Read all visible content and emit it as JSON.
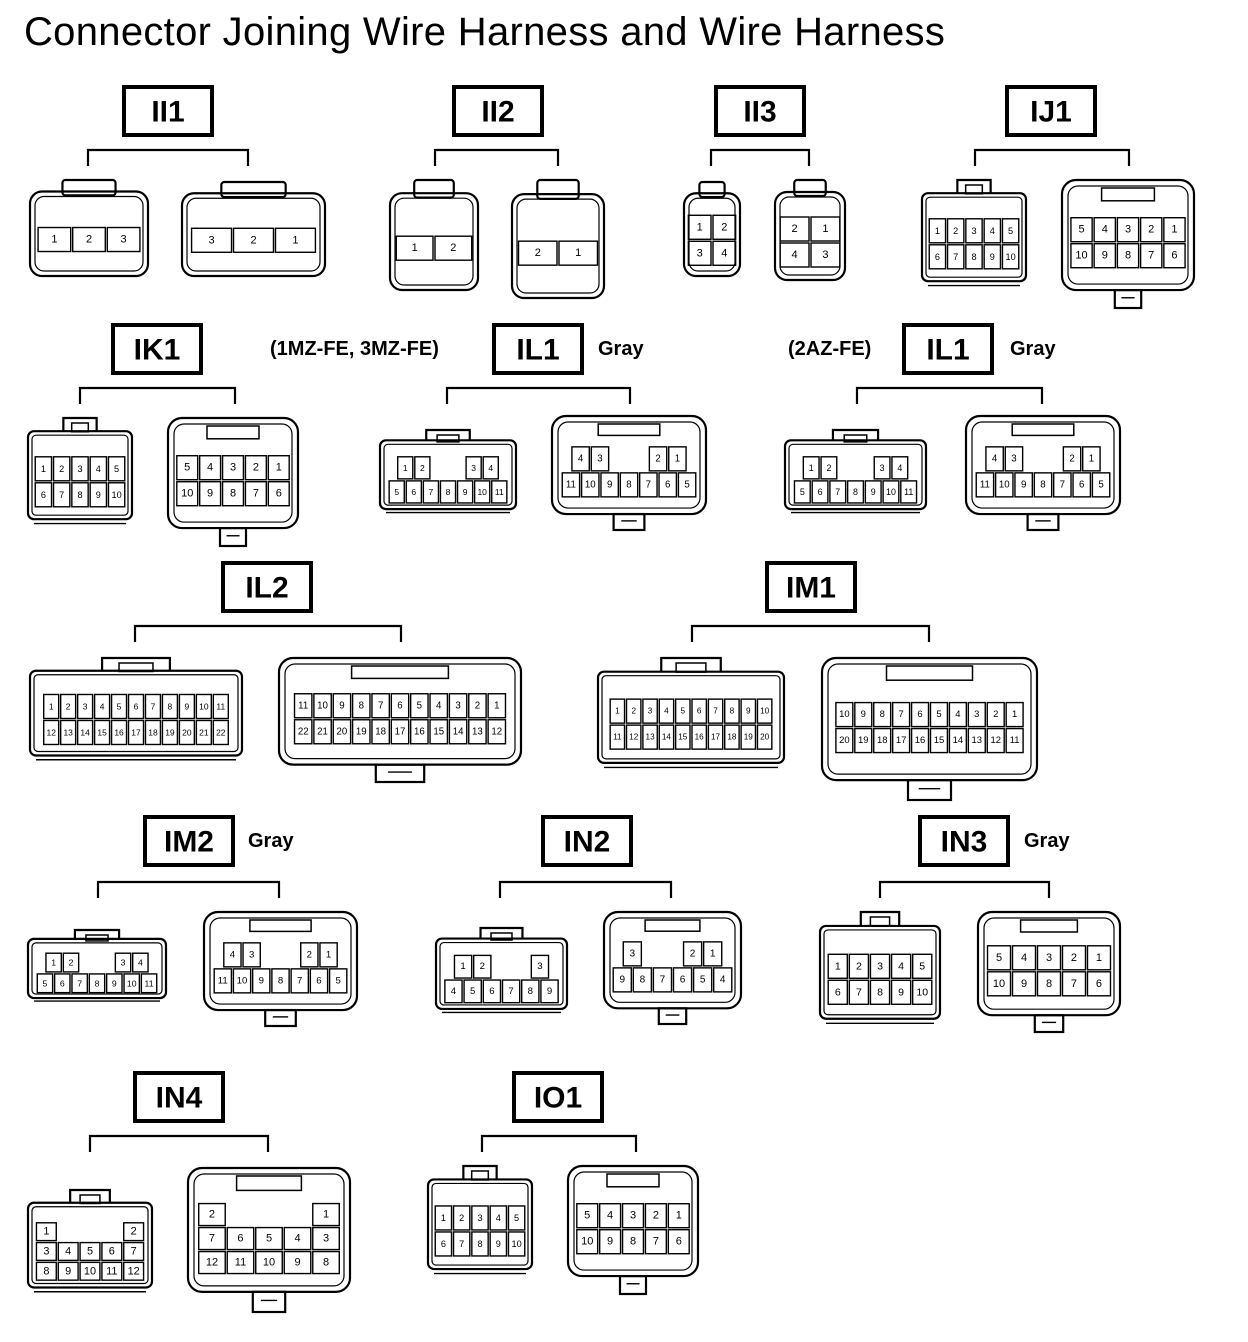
{
  "title": "Connector Joining Wire Harness and Wire Harness",
  "connectors": [
    {
      "id": "II1",
      "note": "",
      "color": "",
      "left": {
        "kind": "small",
        "rows": [
          [
            "1",
            "2",
            "3"
          ]
        ]
      },
      "right": {
        "kind": "small",
        "rows": [
          [
            "3",
            "2",
            "1"
          ]
        ]
      }
    },
    {
      "id": "II2",
      "note": "",
      "color": "",
      "left": {
        "kind": "small",
        "rows": [
          [
            "1",
            "2"
          ]
        ]
      },
      "right": {
        "kind": "small",
        "rows": [
          [
            "2",
            "1"
          ]
        ]
      }
    },
    {
      "id": "II3",
      "note": "",
      "color": "",
      "left": {
        "kind": "small",
        "rows": [
          [
            "1",
            "2"
          ],
          [
            "3",
            "4"
          ]
        ]
      },
      "right": {
        "kind": "small",
        "rows": [
          [
            "2",
            "1"
          ],
          [
            "4",
            "3"
          ]
        ]
      }
    },
    {
      "id": "IJ1",
      "note": "",
      "color": "",
      "left": {
        "kind": "male",
        "rows": [
          [
            "1",
            "2",
            "3",
            "4",
            "5"
          ],
          [
            "6",
            "7",
            "8",
            "9",
            "10"
          ]
        ]
      },
      "right": {
        "kind": "female",
        "rows": [
          [
            "5",
            "4",
            "3",
            "2",
            "1"
          ],
          [
            "10",
            "9",
            "8",
            "7",
            "6"
          ]
        ]
      }
    },
    {
      "id": "IK1",
      "note": "",
      "color": "",
      "left": {
        "kind": "male",
        "rows": [
          [
            "1",
            "2",
            "3",
            "4",
            "5"
          ],
          [
            "6",
            "7",
            "8",
            "9",
            "10"
          ]
        ]
      },
      "right": {
        "kind": "female",
        "rows": [
          [
            "5",
            "4",
            "3",
            "2",
            "1"
          ],
          [
            "10",
            "9",
            "8",
            "7",
            "6"
          ]
        ]
      }
    },
    {
      "id": "IL1",
      "note": "(1MZ-FE, 3MZ-FE)",
      "color": "Gray",
      "left": {
        "kind": "male",
        "rows": [
          [
            "1",
            "2",
            "",
            "",
            "3",
            "4"
          ],
          [
            "5",
            "6",
            "7",
            "8",
            "9",
            "10",
            "11"
          ]
        ]
      },
      "right": {
        "kind": "female",
        "rows": [
          [
            "4",
            "3",
            "",
            "",
            "2",
            "1"
          ],
          [
            "11",
            "10",
            "9",
            "8",
            "7",
            "6",
            "5"
          ]
        ]
      }
    },
    {
      "id": "IL1",
      "note": "(2AZ-FE)",
      "color": "Gray",
      "left": {
        "kind": "male",
        "rows": [
          [
            "1",
            "2",
            "",
            "",
            "3",
            "4"
          ],
          [
            "5",
            "6",
            "7",
            "8",
            "9",
            "10",
            "11"
          ]
        ]
      },
      "right": {
        "kind": "female",
        "rows": [
          [
            "4",
            "3",
            "",
            "",
            "2",
            "1"
          ],
          [
            "11",
            "10",
            "9",
            "8",
            "7",
            "6",
            "5"
          ]
        ]
      }
    },
    {
      "id": "IL2",
      "note": "",
      "color": "",
      "left": {
        "kind": "male",
        "rows": [
          [
            "1",
            "2",
            "3",
            "4",
            "5",
            "6",
            "7",
            "8",
            "9",
            "10",
            "11"
          ],
          [
            "12",
            "13",
            "14",
            "15",
            "16",
            "17",
            "18",
            "19",
            "20",
            "21",
            "22"
          ]
        ]
      },
      "right": {
        "kind": "female",
        "rows": [
          [
            "11",
            "10",
            "9",
            "8",
            "7",
            "6",
            "5",
            "4",
            "3",
            "2",
            "1"
          ],
          [
            "22",
            "21",
            "20",
            "19",
            "18",
            "17",
            "16",
            "15",
            "14",
            "13",
            "12"
          ]
        ]
      }
    },
    {
      "id": "IM1",
      "note": "",
      "color": "",
      "left": {
        "kind": "male",
        "rows": [
          [
            "1",
            "2",
            "3",
            "4",
            "5",
            "6",
            "7",
            "8",
            "9",
            "10"
          ],
          [
            "11",
            "12",
            "13",
            "14",
            "15",
            "16",
            "17",
            "18",
            "19",
            "20"
          ]
        ]
      },
      "right": {
        "kind": "female",
        "rows": [
          [
            "10",
            "9",
            "8",
            "7",
            "6",
            "5",
            "4",
            "3",
            "2",
            "1"
          ],
          [
            "20",
            "19",
            "18",
            "17",
            "16",
            "15",
            "14",
            "13",
            "12",
            "11"
          ]
        ]
      }
    },
    {
      "id": "IM2",
      "note": "",
      "color": "Gray",
      "left": {
        "kind": "male",
        "rows": [
          [
            "1",
            "2",
            "",
            "",
            "3",
            "4"
          ],
          [
            "5",
            "6",
            "7",
            "8",
            "9",
            "10",
            "11"
          ]
        ]
      },
      "right": {
        "kind": "female",
        "rows": [
          [
            "4",
            "3",
            "",
            "",
            "2",
            "1"
          ],
          [
            "11",
            "10",
            "9",
            "8",
            "7",
            "6",
            "5"
          ]
        ]
      }
    },
    {
      "id": "IN2",
      "note": "",
      "color": "",
      "left": {
        "kind": "male",
        "rows": [
          [
            "1",
            "2",
            "",
            "",
            "3"
          ],
          [
            "4",
            "5",
            "6",
            "7",
            "8",
            "9"
          ]
        ]
      },
      "right": {
        "kind": "female",
        "rows": [
          [
            "3",
            "",
            "",
            "2",
            "1"
          ],
          [
            "9",
            "8",
            "7",
            "6",
            "5",
            "4"
          ]
        ]
      }
    },
    {
      "id": "IN3",
      "note": "",
      "color": "Gray",
      "left": {
        "kind": "male",
        "rows": [
          [
            "1",
            "2",
            "3",
            "4",
            "5"
          ],
          [
            "6",
            "7",
            "8",
            "9",
            "10"
          ]
        ]
      },
      "right": {
        "kind": "female",
        "rows": [
          [
            "5",
            "4",
            "3",
            "2",
            "1"
          ],
          [
            "10",
            "9",
            "8",
            "7",
            "6"
          ]
        ]
      }
    },
    {
      "id": "IN4",
      "note": "",
      "color": "",
      "left": {
        "kind": "male",
        "rows": [
          [
            "1",
            "",
            "",
            "",
            "2"
          ],
          [
            "3",
            "4",
            "5",
            "6",
            "7"
          ],
          [
            "8",
            "9",
            "10",
            "11",
            "12"
          ]
        ]
      },
      "right": {
        "kind": "female",
        "rows": [
          [
            "2",
            "",
            "",
            "",
            "1"
          ],
          [
            "7",
            "6",
            "5",
            "4",
            "3"
          ],
          [
            "12",
            "11",
            "10",
            "9",
            "8"
          ]
        ]
      }
    },
    {
      "id": "IO1",
      "note": "",
      "color": "",
      "left": {
        "kind": "male",
        "rows": [
          [
            "1",
            "2",
            "3",
            "4",
            "5"
          ],
          [
            "6",
            "7",
            "8",
            "9",
            "10"
          ]
        ]
      },
      "right": {
        "kind": "female",
        "rows": [
          [
            "5",
            "4",
            "3",
            "2",
            "1"
          ],
          [
            "10",
            "9",
            "8",
            "7",
            "6"
          ]
        ]
      }
    }
  ]
}
